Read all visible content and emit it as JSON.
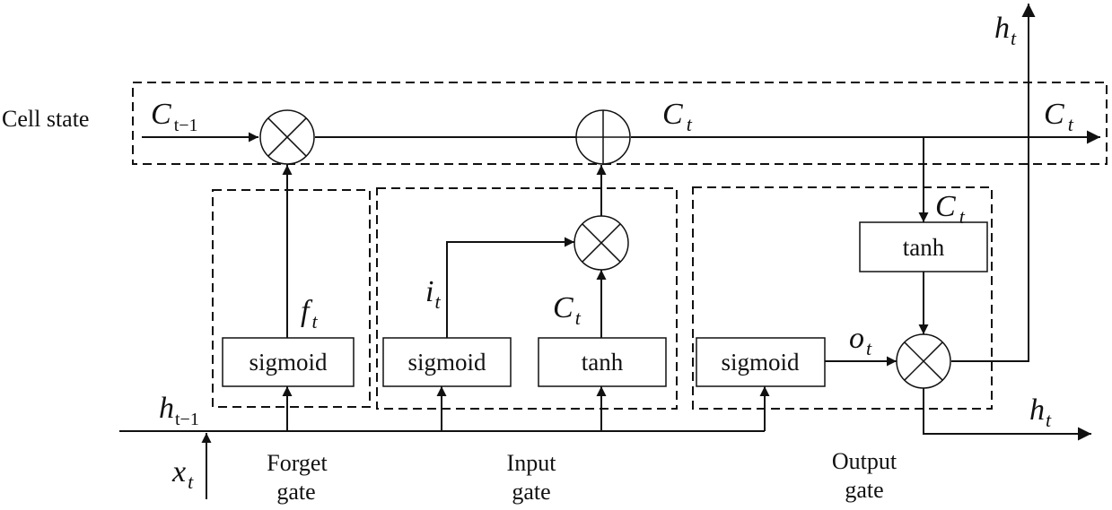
{
  "labels": {
    "cell_state": "Cell state",
    "forget_gate_line1": "Forget",
    "forget_gate_line2": "gate",
    "input_gate_line1": "Input",
    "input_gate_line2": "gate",
    "output_gate_line1": "Output",
    "output_gate_line2": "gate"
  },
  "symbols": {
    "c_prev_base": "C",
    "c_prev_sub": "t−1",
    "c_t_base": "C",
    "c_t_sub": "t",
    "h_t_base": "h",
    "h_t_sub": "t",
    "h_prev_base": "h",
    "h_prev_sub": "t−1",
    "x_t_base": "x",
    "x_t_sub": "t",
    "f_t_base": "f",
    "f_t_sub": "t",
    "i_t_base": "i",
    "i_t_sub": "t",
    "o_t_base": "o",
    "o_t_sub": "t"
  },
  "blocks": {
    "forget_sigmoid": "sigmoid",
    "input_sigmoid": "sigmoid",
    "input_tanh": "tanh",
    "output_sigmoid": "sigmoid",
    "output_tanh": "tanh"
  },
  "colors": {
    "stroke": "#111111",
    "background": "#ffffff"
  }
}
